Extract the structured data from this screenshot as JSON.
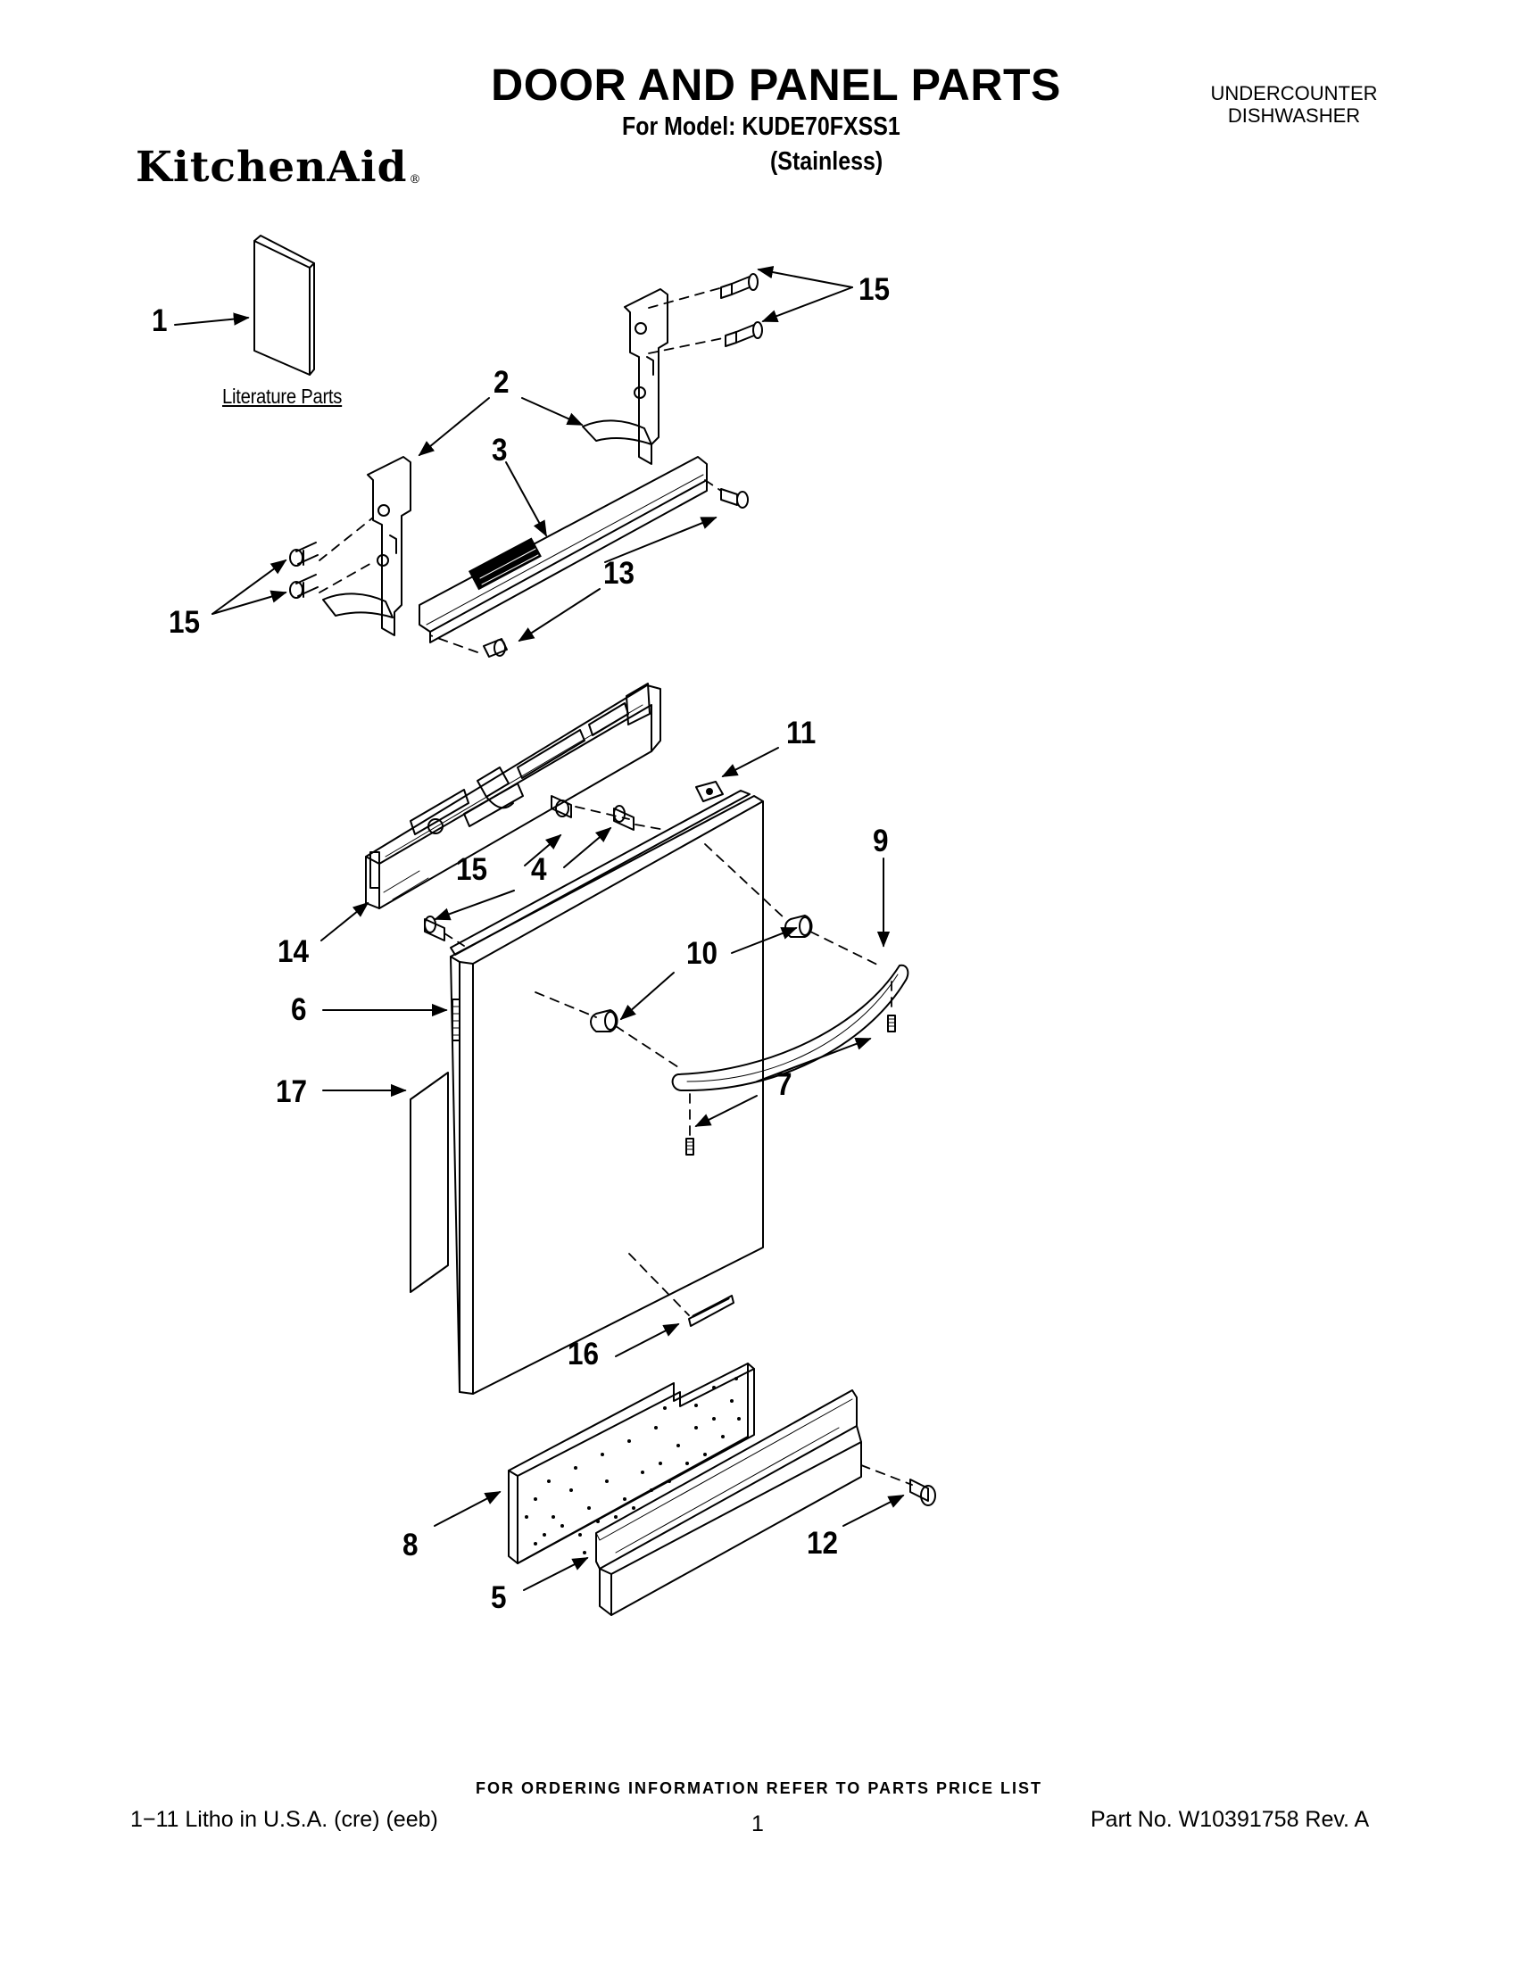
{
  "header": {
    "title": "DOOR AND PANEL PARTS",
    "model_line": "For Model: KUDE70FXSS1",
    "variant": "(Stainless)",
    "appliance_line1": "UNDERCOUNTER",
    "appliance_line2": "DISHWASHER",
    "brand": "KitchenAid",
    "brand_mark": "®"
  },
  "diagram": {
    "literature_label": "Literature Parts",
    "callouts": [
      {
        "id": "1",
        "label": "1"
      },
      {
        "id": "2",
        "label": "2"
      },
      {
        "id": "3",
        "label": "3"
      },
      {
        "id": "4",
        "label": "4"
      },
      {
        "id": "5",
        "label": "5"
      },
      {
        "id": "6",
        "label": "6"
      },
      {
        "id": "7",
        "label": "7"
      },
      {
        "id": "8",
        "label": "8"
      },
      {
        "id": "9",
        "label": "9"
      },
      {
        "id": "10",
        "label": "10"
      },
      {
        "id": "11",
        "label": "11"
      },
      {
        "id": "12",
        "label": "12"
      },
      {
        "id": "13",
        "label": "13"
      },
      {
        "id": "14",
        "label": "14"
      },
      {
        "id": "15a",
        "label": "15"
      },
      {
        "id": "15b",
        "label": "15"
      },
      {
        "id": "15c",
        "label": "15"
      },
      {
        "id": "16",
        "label": "16"
      },
      {
        "id": "17",
        "label": "17"
      }
    ]
  },
  "footer": {
    "ordering_note": "FOR ORDERING INFORMATION REFER TO PARTS PRICE LIST",
    "litho": "1−11 Litho in U.S.A. (cre) (eeb)",
    "page_number": "1",
    "part_number": "Part No. W10391758 Rev. A"
  }
}
